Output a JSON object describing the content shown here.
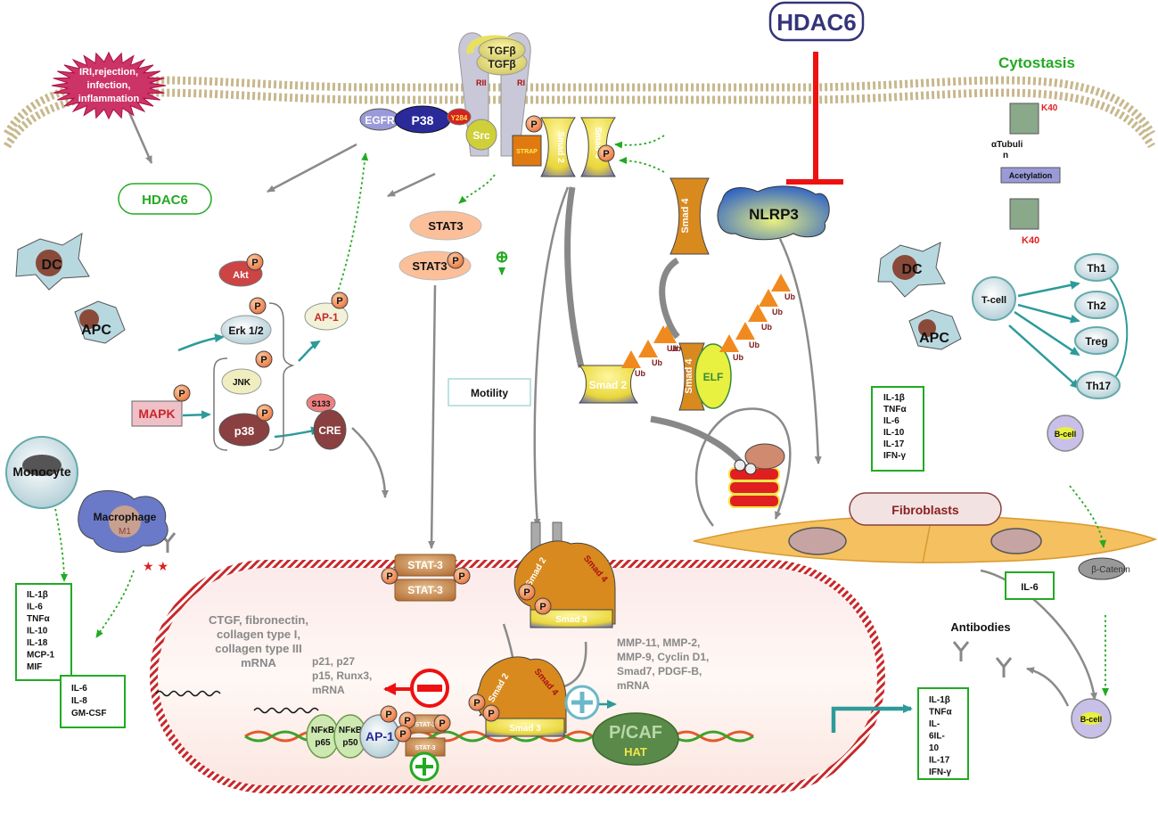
{
  "nodes": {
    "hdac6_top": "HDAC6",
    "hdac6_left": "HDAC6",
    "cytostasis": "Cytostasis",
    "injury": [
      "IRI,rejection,",
      "infection,",
      "inflammation"
    ],
    "tgfb_1": "TGFβ",
    "tgfb_2": "TGFβ",
    "rii": "RII",
    "ri": "RI",
    "egfr": "EGFR",
    "p38_membrane": "P38",
    "y284": "Y284",
    "src": "Src",
    "strap": "STRAP",
    "smad2_top": "Smad 2",
    "smad3_top": "Smad 3",
    "smad4_top": "Smad 4",
    "nlrp3": "NLRP3",
    "stat3_a": "STAT3",
    "stat3_b": "STAT3",
    "plus_small": "⊕",
    "akt": "Akt",
    "erk": "Erk 1/2",
    "ap1_small": "AP-1",
    "jnk": "JNK",
    "p38_low": "p38",
    "mapk": "MAPK",
    "s133": "S133",
    "cre": "CRE",
    "motility": "Motility",
    "smad2_mid": "Smad 2",
    "smad4_elf": "Smad 4",
    "elf": "ELF",
    "ub": "Ub",
    "p": "P",
    "dc": "DC",
    "apc": "APC",
    "monocyte": "Monocyte",
    "macrophage": "Macrophage",
    "m1": "M1",
    "tcell": "T-cell",
    "th1": "Th1",
    "th2": "Th2",
    "treg": "Treg",
    "th17": "Th17",
    "bcell": "B-cell",
    "fibroblasts": "Fibroblasts",
    "bcatenin": "β-Catenin",
    "il6_box": "IL-6",
    "antibodies": "Antibodies",
    "tubulin_label": [
      "αTubuli",
      "n"
    ],
    "acetylation": "Acetylation",
    "k40": "K40",
    "stat3_nuc": "STAT-3",
    "stat3_dna": "STAT-3",
    "smad2_nuc": "Smad 2",
    "smad4_nuc": "Smad 4",
    "smad3_nuc": "Smad 3",
    "nfkb_p65": [
      "NFκB",
      "p65"
    ],
    "nfkb_p50": [
      "NFκB",
      "p50"
    ],
    "ap1_nuc": "AP-1",
    "pcaf": "P/CAF",
    "hat": "HAT"
  },
  "text_blocks": {
    "ctgf": [
      "CTGF, fibronectin,",
      "collagen type I,",
      "collagen type III",
      "mRNA"
    ],
    "p21": [
      "p21, p27",
      "p15, Runx3,",
      "mRNA"
    ],
    "mmp": [
      "MMP-11, MMP-2,",
      "MMP-9, Cyclin D1,",
      "Smad7, PDGF-B,",
      "mRNA"
    ]
  },
  "cytokine_boxes": {
    "mid_right": [
      "IL-1β",
      "TNFα",
      "IL-6",
      "IL-10",
      "IL-17",
      "IFN-γ"
    ],
    "left_a": [
      "IL-1β",
      "IL-6",
      "TNFα",
      "IL-10",
      "IL-18",
      "MCP-1",
      "MIF"
    ],
    "left_b": [
      "IL-6",
      "IL-8",
      "GM-CSF"
    ],
    "bottom_right": [
      "IL-1β",
      "TNFα",
      "IL-",
      "6IL-",
      "10",
      "IL-17",
      "IFN-γ"
    ]
  },
  "colors": {
    "inhibit_red": "#ee1111",
    "activate_green": "#22aa22",
    "teal_arrow": "#2e9a9a",
    "gray_arrow": "#8a8a8a",
    "smad_yellow": "#f2e64a",
    "smad_orange": "#d88a1e",
    "stat_brown": "#c7854a",
    "p_orange": "#f08a5a",
    "fibroblast": "#f5c060",
    "hdac_border": "#34347a"
  }
}
